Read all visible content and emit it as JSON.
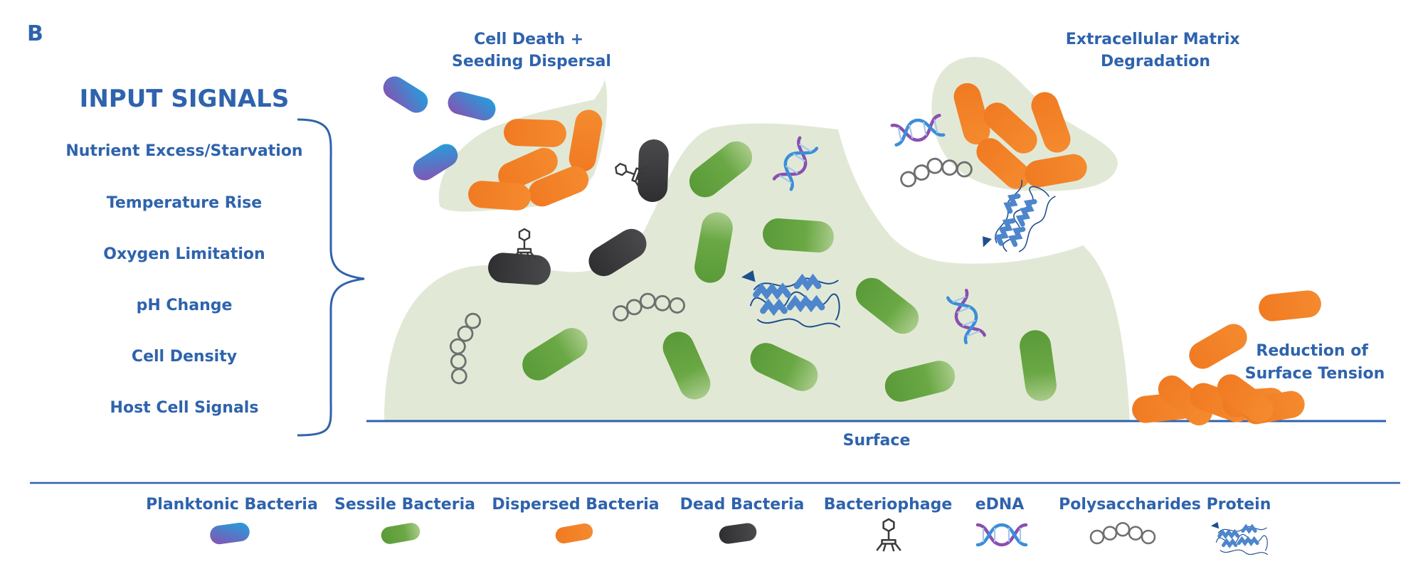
{
  "panel_label": "B",
  "input_signals": {
    "title": "INPUT SIGNALS",
    "items": [
      "Nutrient Excess/Starvation",
      "Temperature Rise",
      "Oxygen Limitation",
      "pH Change",
      "Cell Density",
      "Host Cell Signals"
    ]
  },
  "annotations": {
    "cell_death_line1": "Cell Death +",
    "cell_death_line2": "Seeding Dispersal",
    "ecm_line1": "Extracellular Matrix",
    "ecm_line2": "Degradation",
    "surface_tension_line1": "Reduction of",
    "surface_tension_line2": "Surface Tension",
    "surface": "Surface"
  },
  "legend": {
    "planktonic": "Planktonic Bacteria",
    "sessile": "Sessile Bacteria",
    "dispersed": "Dispersed Bacteria",
    "dead": "Dead Bacteria",
    "bacteriophage": "Bacteriophage",
    "edna": "eDNA",
    "polysaccharides": "Polysaccharides",
    "protein": "Protein"
  },
  "colors": {
    "text": "#2e63ad",
    "matrix": "#e1e9d6",
    "sessile": "#5e9e3c",
    "dispersed": "#f07a22",
    "dead": "#3c3c3e",
    "planktonic_start": "#8a4fb0",
    "planktonic_end": "#1ea3df",
    "line": "#2e63ad"
  }
}
